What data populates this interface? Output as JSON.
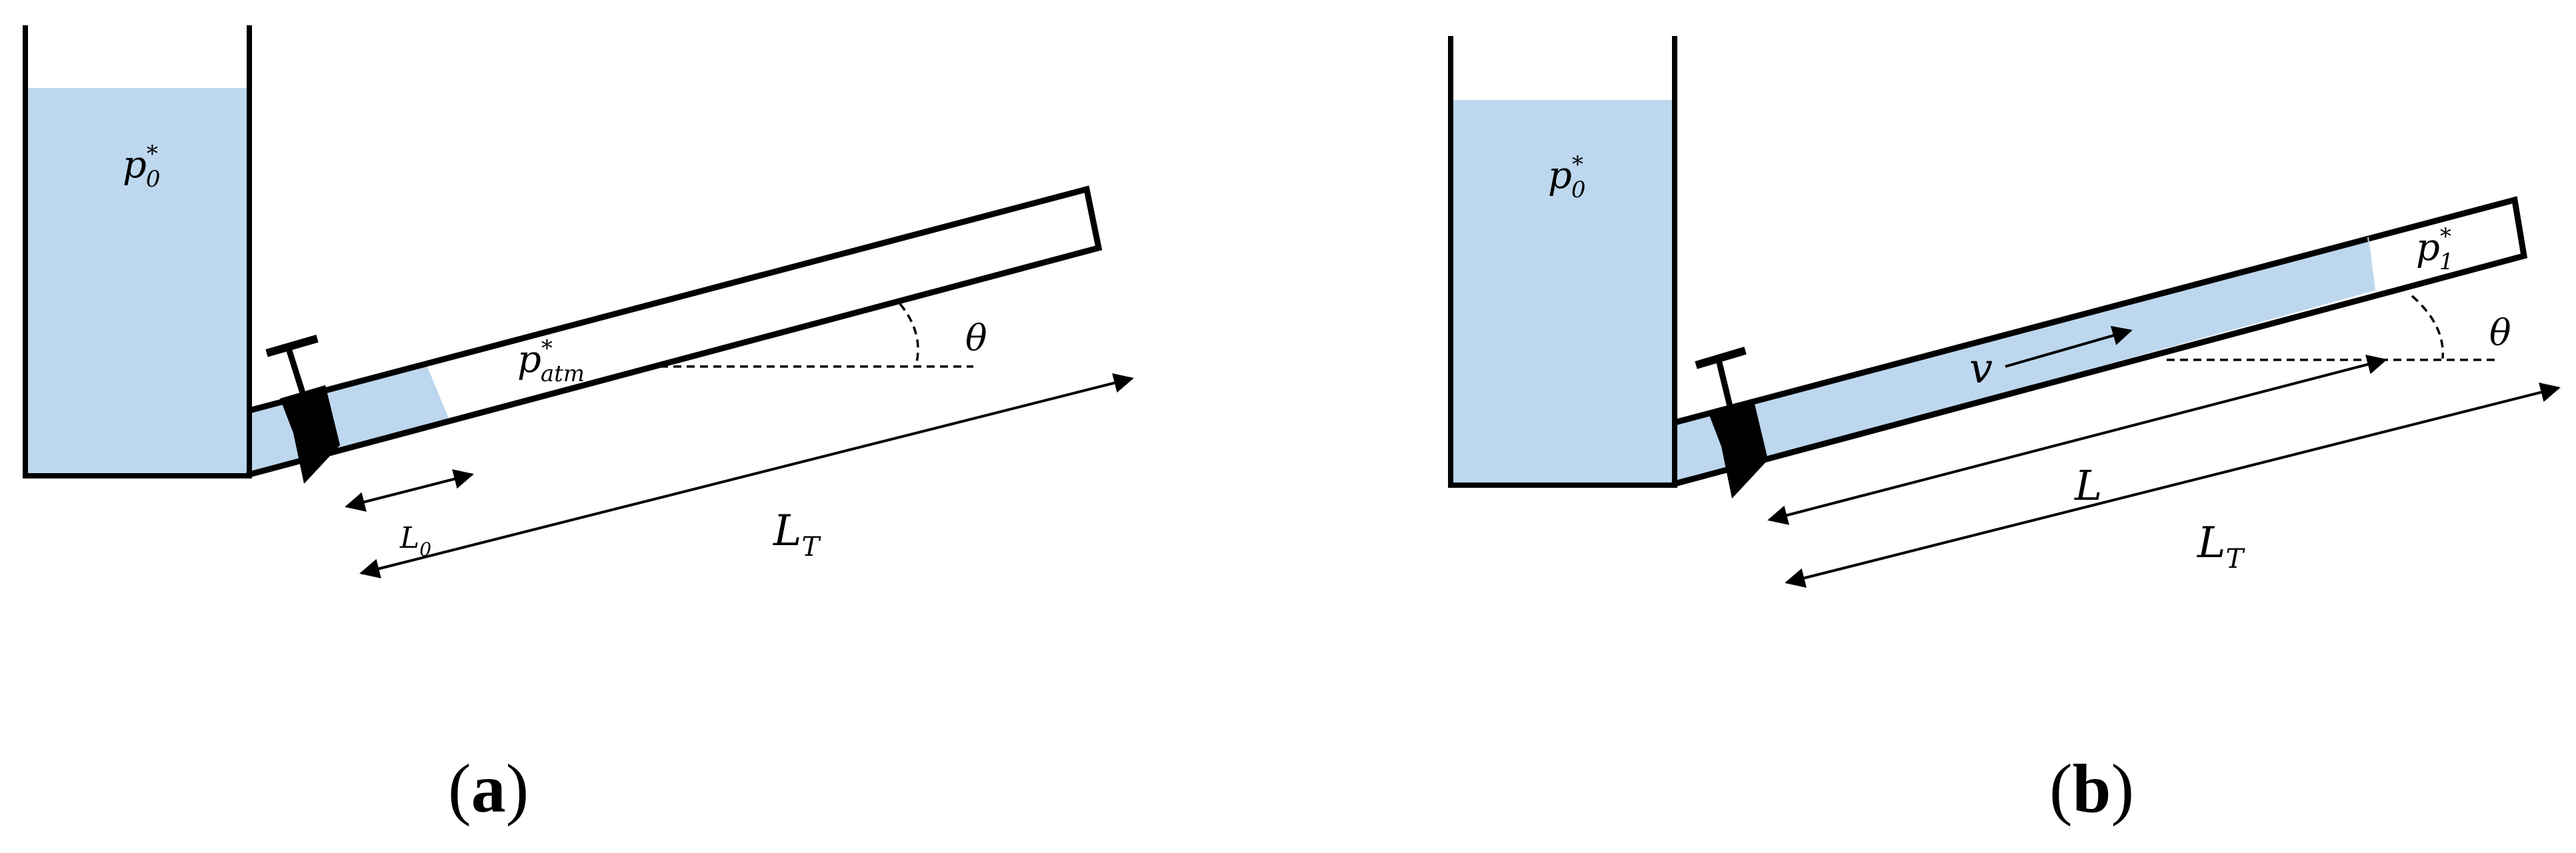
{
  "colors": {
    "water": "#bdd7ee",
    "line": "#000000",
    "background": "#ffffff"
  },
  "panel_a": {
    "tank_pressure_symbol": "p",
    "tank_pressure_sup": "*",
    "tank_pressure_sub": "0",
    "air_pressure_symbol": "p",
    "air_pressure_sup": "*",
    "air_pressure_sub": "atm",
    "angle_label": "θ",
    "L0_symbol": "L",
    "L0_sub": "0",
    "LT_symbol": "L",
    "LT_sub": "T",
    "caption_open": "(",
    "caption_letter": "a",
    "caption_close": ")"
  },
  "panel_b": {
    "tank_pressure_symbol": "p",
    "tank_pressure_sup": "*",
    "tank_pressure_sub": "0",
    "gas_pressure_symbol": "p",
    "gas_pressure_sup": "*",
    "gas_pressure_sub": "1",
    "velocity_label": "v",
    "angle_label": "θ",
    "L_label": "L",
    "LT_symbol": "L",
    "LT_sub": "T",
    "caption_open": "(",
    "caption_letter": "b",
    "caption_close": ")"
  }
}
